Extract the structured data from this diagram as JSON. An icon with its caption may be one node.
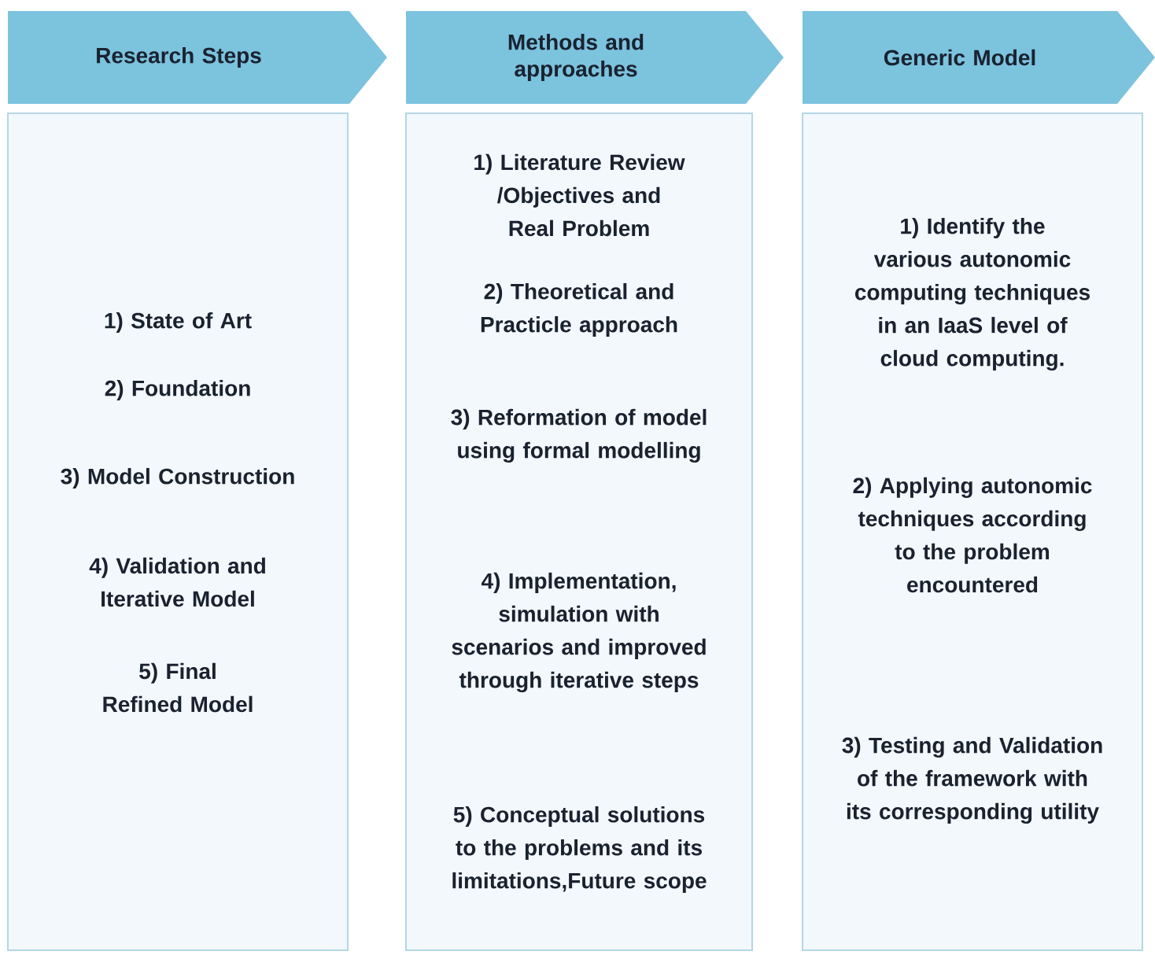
{
  "diagram": {
    "nodes": [
      {
        "text": [
          "Research Steps"
        ]
      },
      {
        "text": [
          "Methods and approaches"
        ]
      },
      {
        "text": [
          "Generic Model"
        ]
      },
      {
        "text": [
          "1) State of Art",
          "2) Foundation",
          "3) Model Construction",
          "4) Validation and Iterative Model",
          "5) Final Refined Model"
        ]
      },
      {
        "text": [
          "1) Literature Review /Objectives and Real Problem",
          "2) Theoretical and Practicle approach",
          "3) Reformation of model using formal modelling",
          "4) Implementation, simulation with scenarios and improved through iterative steps",
          "5) Conceptual solutions to the problems and its limitations,Future scope"
        ]
      },
      {
        "text": [
          "1) Identify the various autonomic computing techniques in an IaaS level of cloud computing.",
          "2) Applying autonomic techniques according to the problem encountered",
          "3) Testing and Validation of the framework with its corresponding utility"
        ]
      }
    ]
  }
}
